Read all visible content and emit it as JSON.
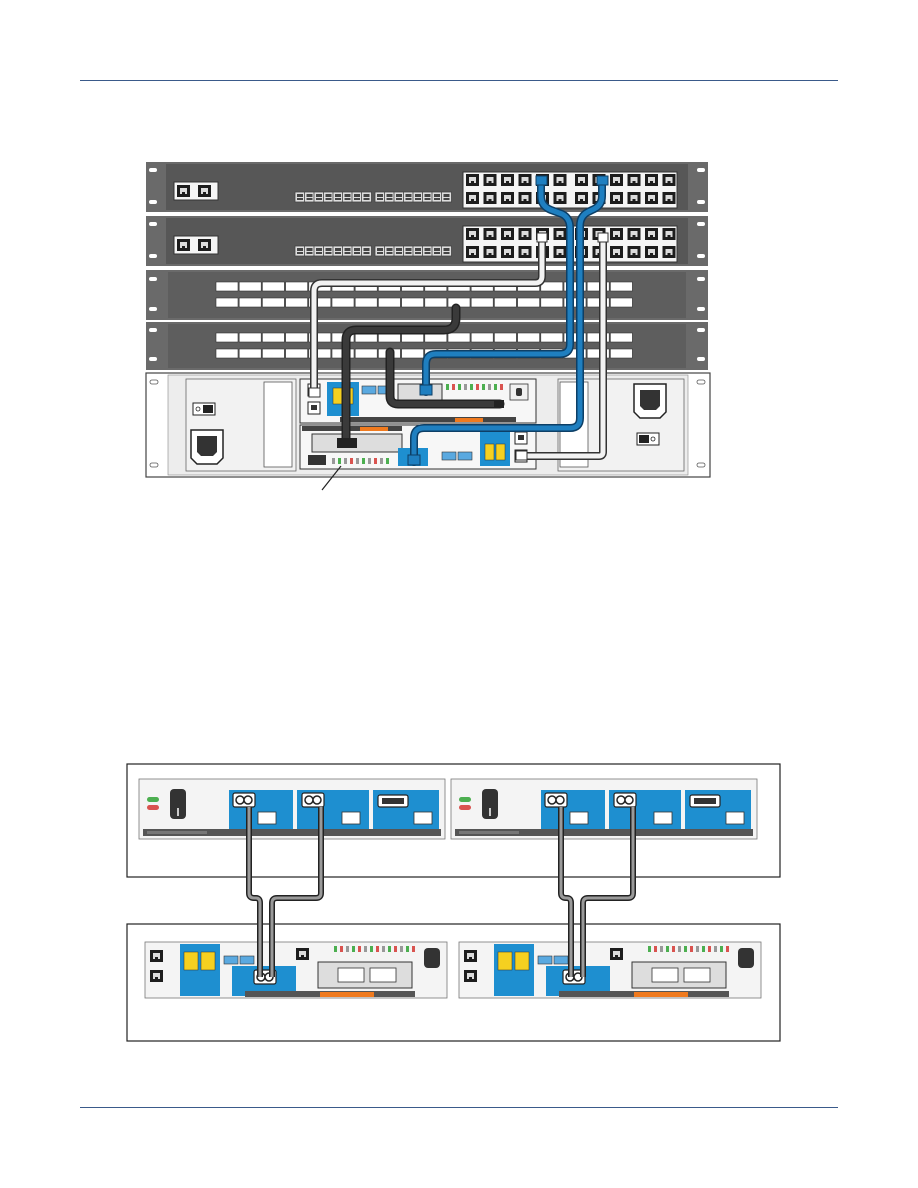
{
  "page": {
    "background": "#ffffff",
    "rule_color": "#3a5a8a"
  },
  "colors": {
    "switch_body": "#5a5a5a",
    "switch_ear": "#6a6a6a",
    "panel_gray": "#6b6b6b",
    "chassis_light": "#e6e6e6",
    "controller_blue": "#1e8fd0",
    "cable_blue": "#1f7fc0",
    "cable_white": "#f2f2f2",
    "cable_black": "#333333",
    "accent_orange": "#f07a1e",
    "led_green": "#4caf50",
    "led_red": "#d9534f"
  },
  "icons": {
    "wrench": "wrench-icon",
    "power_switch": "power-switch-icon",
    "power_inlet": "power-inlet-icon",
    "rj45": "rj45-port-icon",
    "sfp": "sfp-port-icon"
  },
  "figure_top": {
    "switches": [
      "switch-1",
      "switch-2"
    ],
    "patch_panels": [
      "patch-panel-1",
      "patch-panel-2"
    ],
    "storage_enclosure": "storage-enclosure"
  },
  "figure_bottom": {
    "expansion_enclosure": [
      "expansion-module-a",
      "expansion-module-b"
    ],
    "controller_enclosure": [
      "controller-a",
      "controller-b"
    ]
  }
}
